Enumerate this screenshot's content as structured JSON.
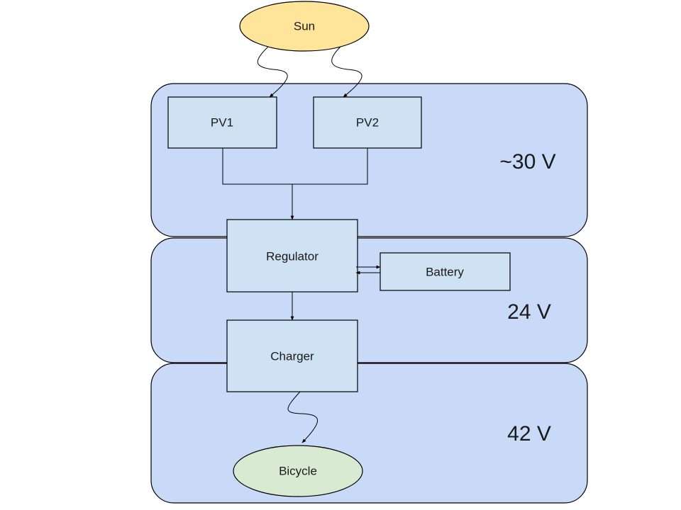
{
  "diagram": {
    "zones": [
      {
        "id": "zone-high",
        "voltage": "~30 V"
      },
      {
        "id": "zone-mid",
        "voltage": "24 V"
      },
      {
        "id": "zone-out",
        "voltage": "42 V"
      }
    ],
    "nodes": {
      "sun": {
        "label": "Sun",
        "shape": "ellipse",
        "fill": "#ffe599"
      },
      "pv1": {
        "label": "PV1",
        "shape": "rect",
        "fill": "#cfe2f3"
      },
      "pv2": {
        "label": "PV2",
        "shape": "rect",
        "fill": "#cfe2f3"
      },
      "regulator": {
        "label": "Regulator",
        "shape": "rect",
        "fill": "#cfe2f3"
      },
      "battery": {
        "label": "Battery",
        "shape": "rect",
        "fill": "#cfe2f3"
      },
      "charger": {
        "label": "Charger",
        "shape": "rect",
        "fill": "#cfe2f3"
      },
      "bicycle": {
        "label": "Bicycle",
        "shape": "ellipse",
        "fill": "#d9ead3"
      }
    },
    "edges": [
      {
        "from": "sun",
        "to": "pv1",
        "style": "curved"
      },
      {
        "from": "sun",
        "to": "pv2",
        "style": "curved"
      },
      {
        "from": "pv1",
        "to": "regulator",
        "style": "elbow"
      },
      {
        "from": "pv2",
        "to": "regulator",
        "style": "elbow"
      },
      {
        "from": "regulator",
        "to": "battery",
        "style": "straight"
      },
      {
        "from": "battery",
        "to": "regulator",
        "style": "straight"
      },
      {
        "from": "regulator",
        "to": "charger",
        "style": "straight"
      },
      {
        "from": "charger",
        "to": "bicycle",
        "style": "curved"
      }
    ],
    "zone_fill": "#c9daf8"
  }
}
